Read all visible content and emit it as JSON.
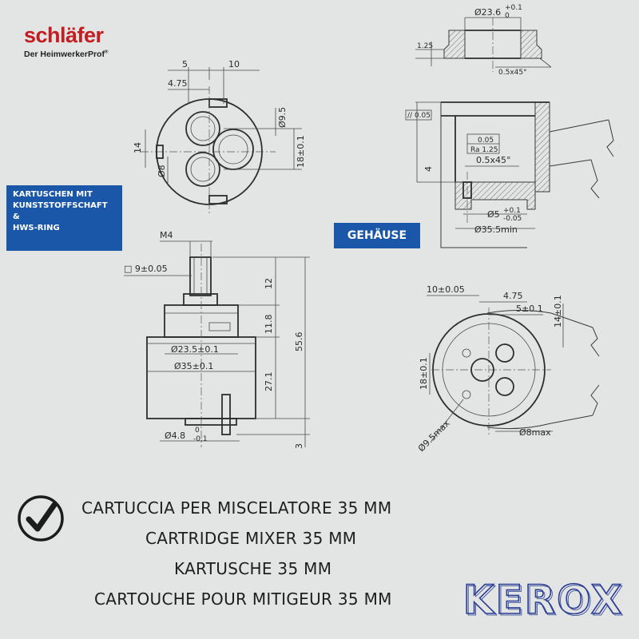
{
  "brand": {
    "name": "schläfer",
    "tagline": "Der HeimwerkerProf",
    "registered": "®",
    "color": "#c31d22"
  },
  "badges": {
    "left_lines": [
      "KARTUSCHEN MIT",
      "KUNSTSTOFFSCHAFT",
      "&",
      "HWS-RING"
    ],
    "housing": "GEHÄUSE",
    "color": "#1a57a8"
  },
  "dims": {
    "top_view": {
      "d5": "5",
      "d10": "10",
      "d475": "4.75",
      "d95": "Ø9.5",
      "d14": "14",
      "d8": "Ø8",
      "d18": "18±0.1"
    },
    "side_view": {
      "m4": "M4",
      "sq9": "□ 9±0.05",
      "h12": "12",
      "h118": "11.8",
      "h556": "55.6",
      "d235": "Ø23.5±0.1",
      "d35": "Ø35±0.1",
      "h271": "27.1",
      "d48": "Ø4.8",
      "d48_tol_top": "0",
      "d48_tol_bot": "-0.1",
      "h3": "3"
    },
    "ring": {
      "d236": "Ø23.6",
      "d236_tol_top": "+0.1",
      "d236_tol_bot": "0",
      "h125": "1.25",
      "chamfer": "0.5x45°"
    },
    "housing": {
      "par": "//",
      "par_val": "0.05",
      "flat": "0.05",
      "ra": "Ra 1.25",
      "chamfer": "0.5x45°",
      "h4": "4",
      "d5": "Ø5",
      "d5_tol_top": "+0.1",
      "d5_tol_bot": "-0.05",
      "d355": "Ø35.5min"
    },
    "housing_top": {
      "d10": "10±0.05",
      "d475": "4.75",
      "d5": "5±0.1",
      "d14": "14±0.1",
      "d18": "18±0.1",
      "d95": "Ø9.5max",
      "d8": "Ø8max"
    }
  },
  "captions": [
    "CARTUCCIA PER MISCELATORE  35 MM",
    "CARTRIDGE MIXER 35 MM",
    "KARTUSCHE 35 MM",
    "CARTOUCHE POUR MITIGEUR 35 MM"
  ],
  "logo": {
    "text": "KEROX",
    "color": "#2b3f95"
  },
  "icons": {
    "check": "check-circle-icon"
  }
}
